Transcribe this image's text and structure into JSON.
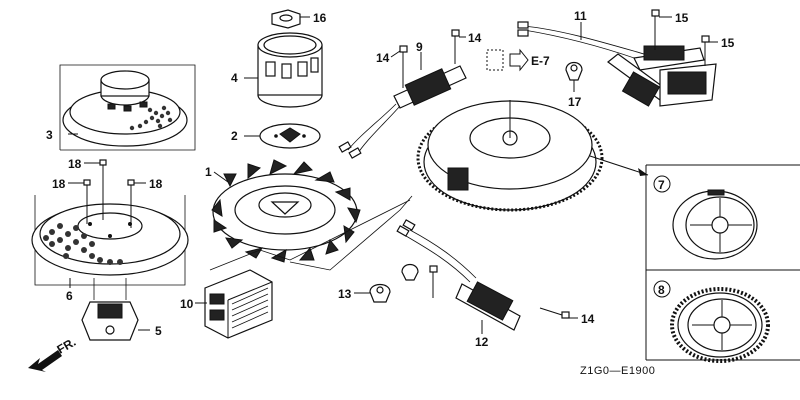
{
  "diagram": {
    "code": "Z1G0—E1900",
    "reference": "E-7",
    "direction": "FR.",
    "callouts": [
      {
        "id": "c1",
        "text": "1"
      },
      {
        "id": "c2",
        "text": "2"
      },
      {
        "id": "c3",
        "text": "3"
      },
      {
        "id": "c4",
        "text": "4"
      },
      {
        "id": "c5",
        "text": "5"
      },
      {
        "id": "c6",
        "text": "6"
      },
      {
        "id": "c7",
        "text": "7"
      },
      {
        "id": "c8",
        "text": "8"
      },
      {
        "id": "c9",
        "text": "9"
      },
      {
        "id": "c10",
        "text": "10"
      },
      {
        "id": "c11",
        "text": "11"
      },
      {
        "id": "c12",
        "text": "12"
      },
      {
        "id": "c13",
        "text": "13"
      },
      {
        "id": "c14a",
        "text": "14"
      },
      {
        "id": "c14b",
        "text": "14"
      },
      {
        "id": "c14c",
        "text": "14"
      },
      {
        "id": "c15a",
        "text": "15"
      },
      {
        "id": "c15b",
        "text": "15"
      },
      {
        "id": "c16",
        "text": "16"
      },
      {
        "id": "c17",
        "text": "17"
      },
      {
        "id": "c18a",
        "text": "18"
      },
      {
        "id": "c18b",
        "text": "18"
      },
      {
        "id": "c18c",
        "text": "18"
      }
    ]
  }
}
